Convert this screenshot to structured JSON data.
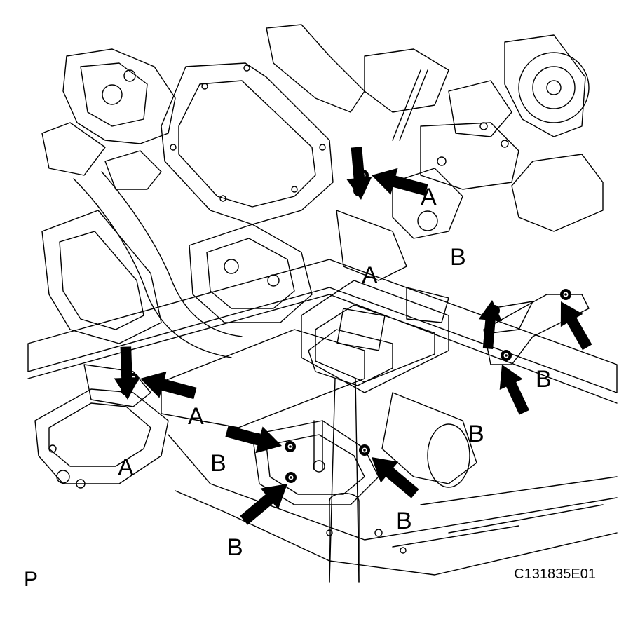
{
  "figure": {
    "view_letter": "P",
    "figure_id": "C131835E01"
  },
  "callouts": {
    "a1": "A",
    "a2": "A",
    "a3": "A",
    "a4": "A",
    "b1": "B",
    "b2": "B",
    "b3": "B",
    "b4": "B",
    "b5": "B",
    "b6": "B"
  },
  "colors": {
    "ink": "#000000",
    "paper": "#ffffff"
  }
}
